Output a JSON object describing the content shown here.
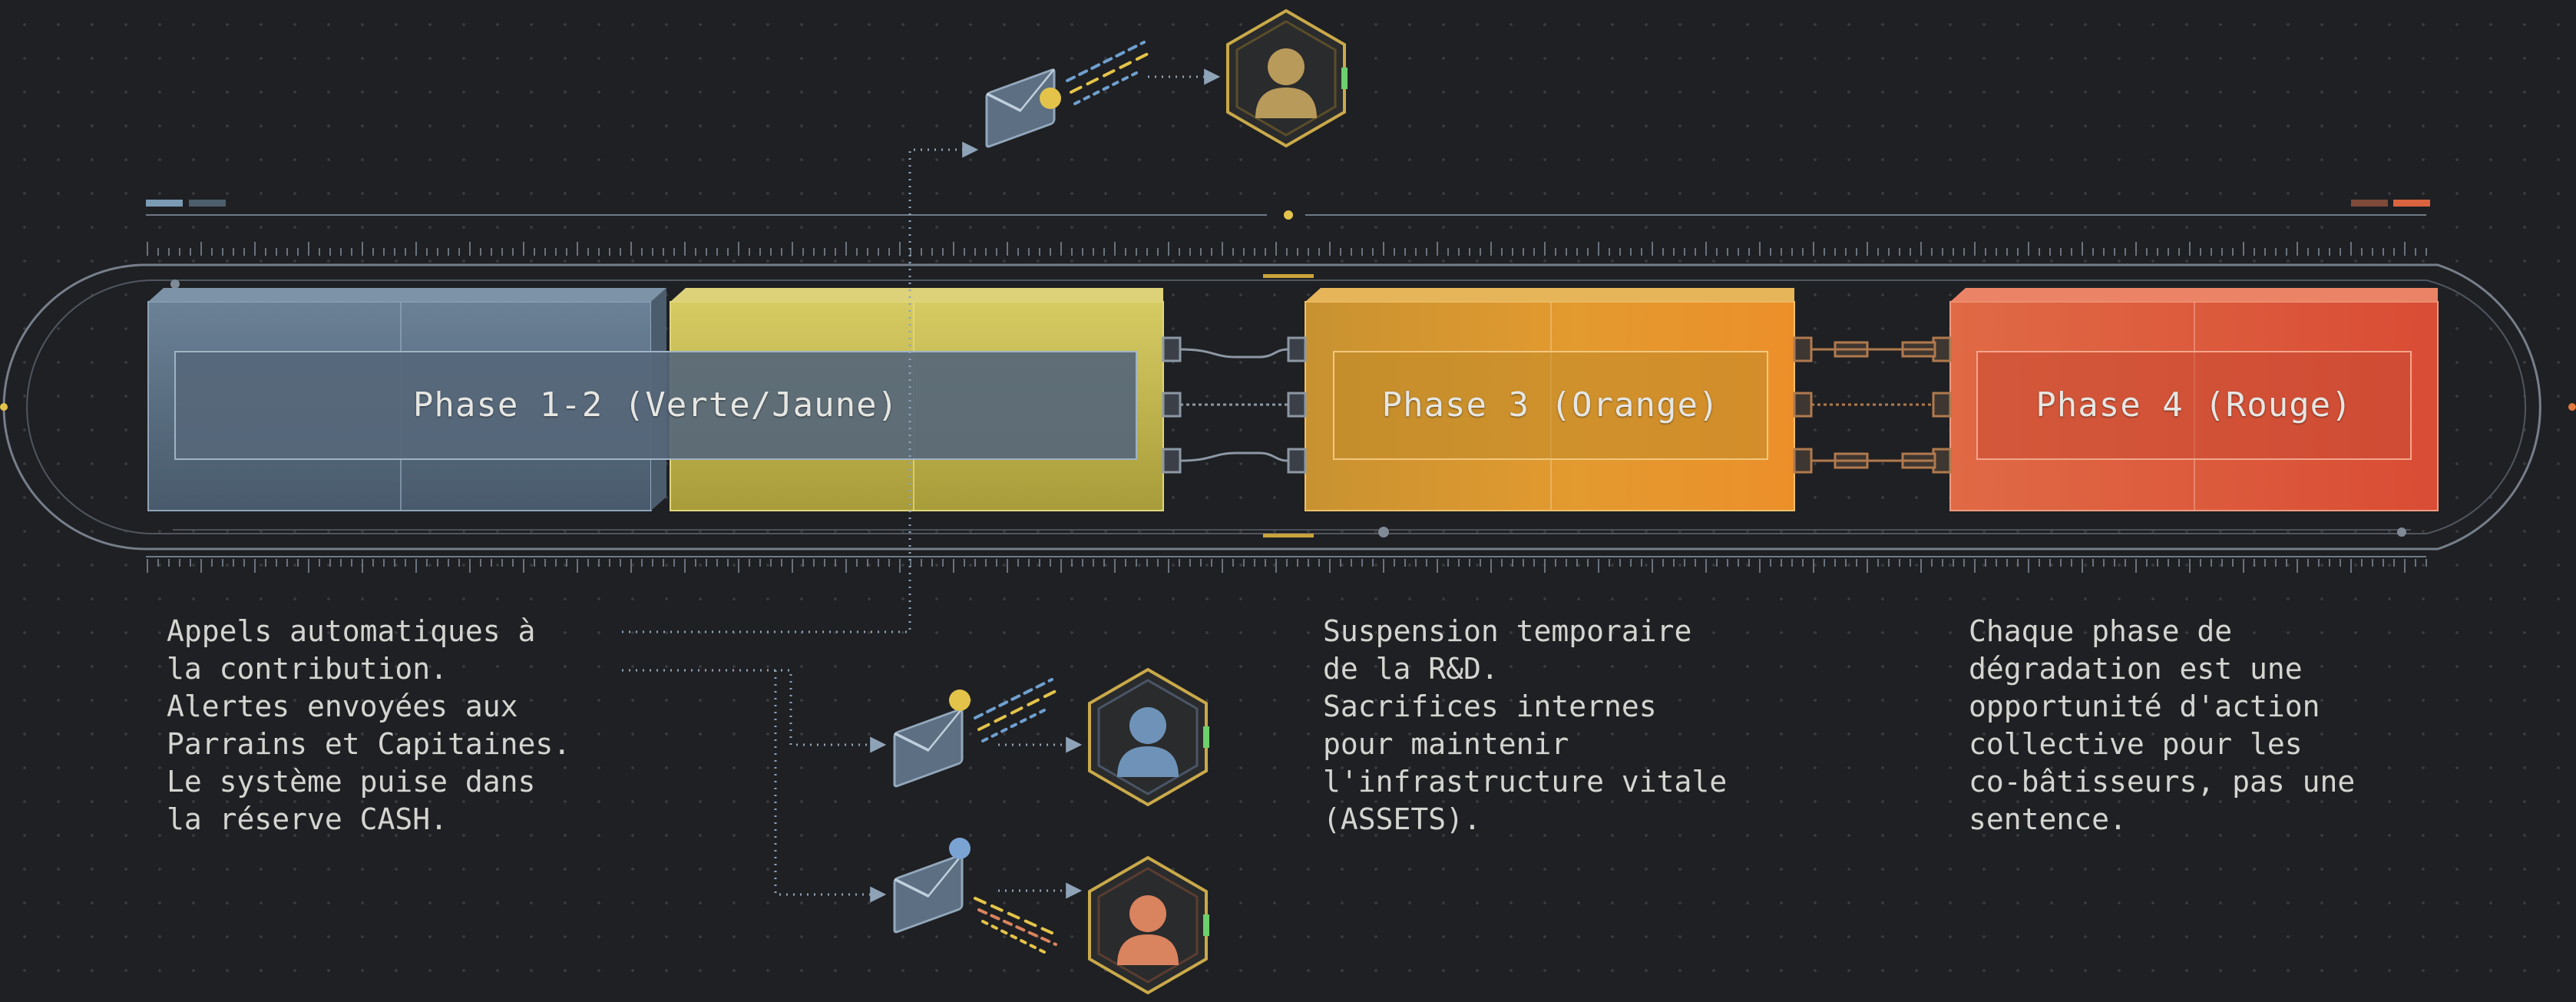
{
  "phases": [
    {
      "name": "phase-1-2",
      "label": "Phase 1-2 (Verte/Jaune)",
      "colors": [
        "#5d7285",
        "#c9bd52"
      ]
    },
    {
      "name": "phase-3",
      "label": "Phase 3 (Orange)",
      "colors": [
        "#d29a2c",
        "#e9922a"
      ]
    },
    {
      "name": "phase-4",
      "label": "Phase 4 (Rouge)",
      "colors": [
        "#d85c3c",
        "#e2563a"
      ]
    }
  ],
  "descriptions": {
    "phase_1_2": "Appels automatiques à\nla contribution.\nAlertes envoyées aux\nParrains et Capitaines.\nLe système puise dans\nla réserve CASH.",
    "phase_3": "Suspension temporaire\nde la R&D.\nSacrifices internes\npour maintenir\nl'infrastructure vitale\n(ASSETS).",
    "phase_4": "Chaque phase de\ndégradation est une\nopportunité d'action\ncollective pour les\nco-bâtisseurs, pas une\nsentence."
  },
  "recipients": [
    {
      "name": "top-recipient",
      "icon": "person-icon",
      "color": "#c9a94a"
    },
    {
      "name": "middle-recipient",
      "icon": "person-icon",
      "color": "#6f93b8"
    },
    {
      "name": "bottom-recipient",
      "icon": "person-icon",
      "color": "#d9835f"
    }
  ],
  "colors": {
    "background": "#1f2023",
    "track": "#7a8593",
    "accent_yellow": "#e3c34a",
    "blue": "#5d7285",
    "yellow": "#c9bd52",
    "orange": "#e0952b",
    "red": "#de5a3b"
  }
}
